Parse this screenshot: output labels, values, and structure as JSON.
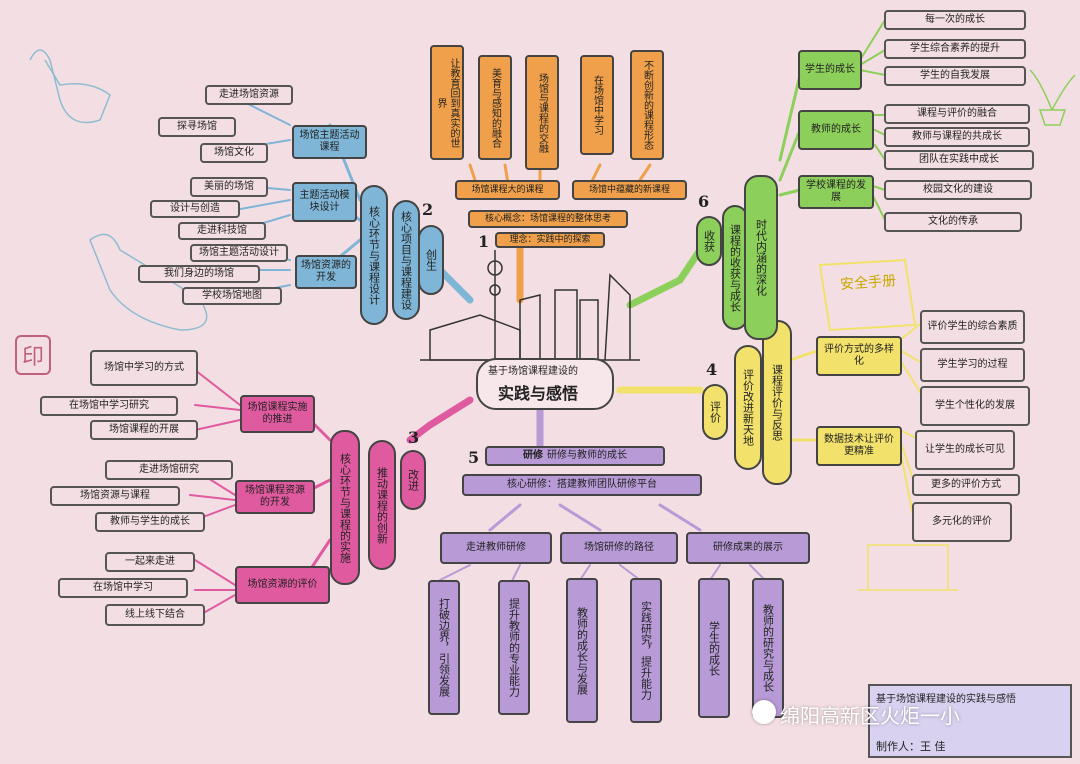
{
  "colors": {
    "background": "#f3dfe3",
    "orange": "#f0a04a",
    "purple": "#b79ad6",
    "green": "#8ccf5a",
    "yellow": "#f2e16b",
    "pink": "#e05aa0",
    "blue": "#7fb5d6",
    "title_fill": "#f7e7ea"
  },
  "center": {
    "small": "基于场馆课程建设的",
    "big": "实践与感悟"
  },
  "branches": {
    "b1": {
      "number": "1",
      "main": "核心概念：场馆课程的整体思考",
      "sub": "理念：实践中的探索",
      "l2": [
        {
          "label": "场馆课程大的课程"
        },
        {
          "label": "场馆中蕴藏的新课程"
        }
      ],
      "l3": [
        {
          "label": "让教育回到真实的世界"
        },
        {
          "label": "美育与感知的融合"
        },
        {
          "label": "场馆与课程的交融"
        },
        {
          "label": "在场馆中学习"
        },
        {
          "label": "不断创新的课程形态"
        }
      ]
    },
    "b2": {
      "number": "2",
      "title": "创生",
      "main1": "核心环节与课程设计",
      "main2": "核心项目与课程建设",
      "l2": [
        {
          "label": "场馆主题活动课程"
        },
        {
          "label": "主题活动模块设计"
        },
        {
          "label": "场馆资源的开发"
        }
      ],
      "l3": [
        {
          "label": "走进场馆资源"
        },
        {
          "label": "探寻场馆"
        },
        {
          "label": "场馆文化"
        },
        {
          "label": "美丽的场馆"
        },
        {
          "label": "设计与创造"
        },
        {
          "label": "走进科技馆"
        },
        {
          "label": "场馆主题活动设计"
        },
        {
          "label": "我们身边的场馆"
        },
        {
          "label": "学校场馆地图"
        }
      ]
    },
    "b3": {
      "number": "3",
      "title": "改进",
      "main1": "核心环节与课程的实施",
      "main2": "推动课程的创新",
      "l2": [
        {
          "label": "场馆课程实施的推进"
        },
        {
          "label": "场馆课程资源的开发"
        },
        {
          "label": "场馆资源的评价"
        }
      ],
      "l3": [
        {
          "label": "场馆中学习的方式"
        },
        {
          "label": "在场馆中学习研究"
        },
        {
          "label": "场馆课程的开展"
        },
        {
          "label": "走进场馆研究"
        },
        {
          "label": "场馆资源与课程"
        },
        {
          "label": "教师与学生的成长"
        },
        {
          "label": "一起来走进"
        },
        {
          "label": "在场馆中学习"
        },
        {
          "label": "线上线下结合"
        }
      ]
    },
    "b4": {
      "number": "4",
      "title": "评价",
      "main1": "课程评价与反思",
      "main2": "评价改进新天地",
      "l2": [
        {
          "label": "评价方式的多样化"
        },
        {
          "label": "数据技术让评价更精准"
        }
      ],
      "l3": [
        {
          "label": "评价学生的综合素质"
        },
        {
          "label": "学生学习的过程"
        },
        {
          "label": "学生个性化的发展"
        },
        {
          "label": "让学生的成长可见"
        },
        {
          "label": "更多的评价方式"
        },
        {
          "label": "多元化的评价"
        }
      ]
    },
    "b5": {
      "number": "5",
      "title": "研修",
      "main": "研修与教师的成长",
      "main2": "核心研修：搭建教师团队研修平台",
      "l2": [
        {
          "label": "走进教师研修"
        },
        {
          "label": "场馆研修的路径"
        },
        {
          "label": "研修成果的展示"
        }
      ],
      "l3": [
        {
          "label": "打破边界，引领发展"
        },
        {
          "label": "提升教师的专业能力"
        },
        {
          "label": "教师的成长与发展"
        },
        {
          "label": "实践研究，提升能力"
        },
        {
          "label": "学生的成长"
        },
        {
          "label": "教师的研究与成长"
        }
      ]
    },
    "b6": {
      "number": "6",
      "title": "收获",
      "main1": "课程的收获与成长",
      "main2": "时代内涵的深化",
      "l2": [
        {
          "label": "学生的成长"
        },
        {
          "label": "教师的成长"
        },
        {
          "label": "学校课程的发展"
        }
      ],
      "l3": [
        {
          "label": "每一次的成长"
        },
        {
          "label": "学生综合素养的提升"
        },
        {
          "label": "学生的自我发展"
        },
        {
          "label": "课程与评价的融合"
        },
        {
          "label": "教师与课程的共成长"
        },
        {
          "label": "团队在实践中成长"
        },
        {
          "label": "校园文化的建设"
        },
        {
          "label": "文化的传承"
        }
      ]
    }
  },
  "decorations": {
    "stamp": "印",
    "handbook": "安全手册"
  },
  "footer": {
    "line1": "基于场馆课程建设的实践与感悟",
    "line2": "制作人：王 佳"
  },
  "watermark": "绵阳高新区火炬一小"
}
